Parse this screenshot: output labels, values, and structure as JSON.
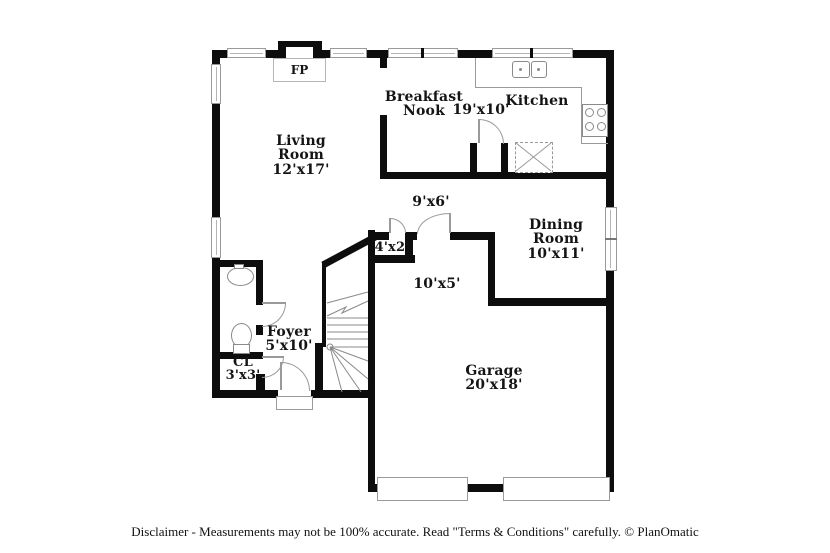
{
  "plan": {
    "rooms": [
      {
        "id": "living-room",
        "name": "Living Room",
        "dims": "12'x17'"
      },
      {
        "id": "breakfast-nook",
        "name": "Breakfast Nook",
        "dims": "19'x10'"
      },
      {
        "id": "kitchen",
        "name": "Kitchen",
        "dims": ""
      },
      {
        "id": "dining-room",
        "name": "Dining Room",
        "dims": "10'x11'"
      },
      {
        "id": "garage",
        "name": "Garage",
        "dims": "20'x18'"
      },
      {
        "id": "foyer",
        "name": "Foyer",
        "dims": "5'x10'"
      },
      {
        "id": "closet",
        "name": "CL",
        "dims": "3'x3'"
      },
      {
        "id": "hallway",
        "name": "",
        "dims": "9'x6'"
      },
      {
        "id": "under-stair-closet",
        "name": "",
        "dims": "4'x2'"
      },
      {
        "id": "garage-entry",
        "name": "",
        "dims": "10'x5'"
      },
      {
        "id": "fireplace",
        "name": "FP",
        "dims": ""
      }
    ],
    "fixtures": {
      "kitchen_sink": "double-basin-sink-icon",
      "cooktop": "four-burner-cooktop-icon",
      "appliance_pad": "dashed-appliance-icon",
      "vanity_sink": "oval-sink-icon",
      "toilet": "toilet-icon",
      "stairs": "staircase-icon",
      "front_door": "entry-door-icon",
      "garage_doors": "garage-door-icon",
      "windows": "window-icon"
    }
  },
  "footer": {
    "disclaimer": "Disclaimer - Measurements may not be 100% accurate. Read \"Terms & Conditions\" carefully. © PlanOmatic"
  },
  "colors": {
    "wall": "#0d0d0d",
    "thin_line": "#9a9a9a",
    "text": "#141414",
    "background": "#ffffff"
  }
}
